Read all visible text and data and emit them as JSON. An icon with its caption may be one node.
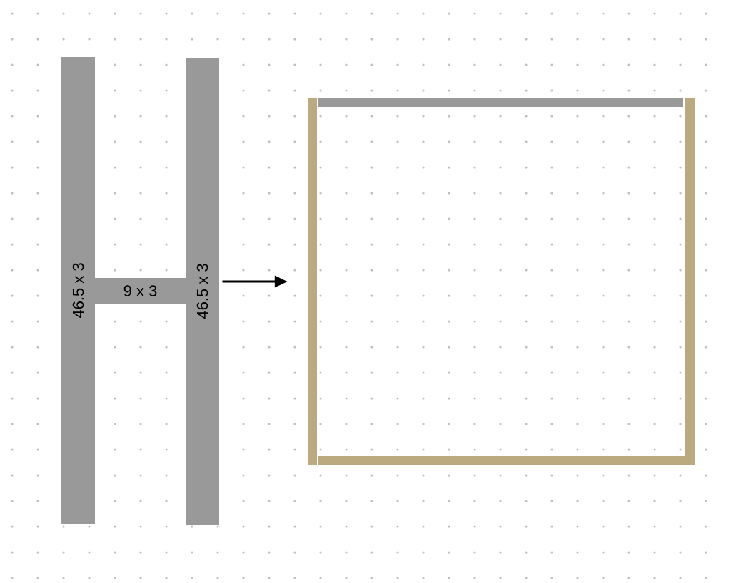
{
  "diagram": {
    "nodes": [
      {
        "text": [
          "46.5 x 3"
        ]
      },
      {
        "text": [
          "9 x 3"
        ]
      },
      {
        "text": [
          "46.5 x 3"
        ]
      },
      {
        "text": [],
        "shape": "bar"
      },
      {
        "text": [],
        "shape": "bar"
      },
      {
        "text": [],
        "shape": "bar"
      },
      {
        "text": [],
        "shape": "bar"
      }
    ],
    "edges": [
      {
        "from": 2,
        "to": 3,
        "arrow": "to"
      }
    ]
  }
}
